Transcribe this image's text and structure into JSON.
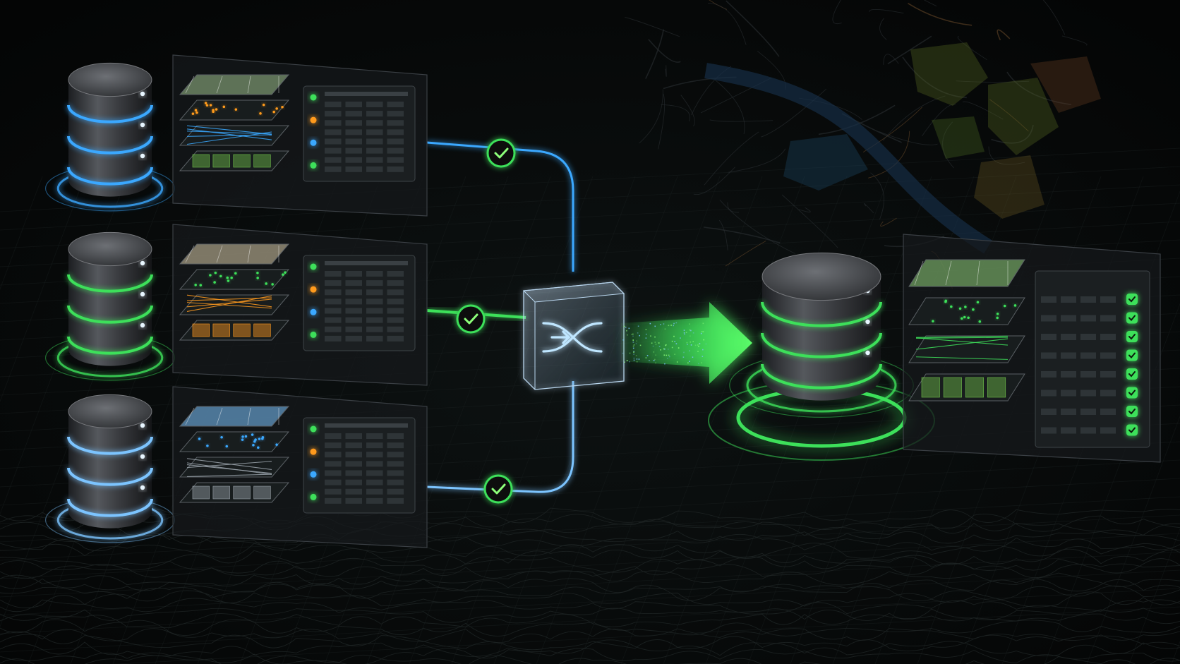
{
  "colors": {
    "background": "#07090a",
    "blue": "#3aa8ff",
    "blue_light": "#7cc4ff",
    "green": "#3ee05a",
    "green_light": "#8dff7a",
    "orange": "#ff9a1f",
    "panel_fill": "#16191c",
    "panel_edge": "#3a3f44",
    "cylinder_top": "#4a4d52",
    "cylinder_body": "#2a2c30"
  },
  "sources": [
    {
      "id": "source-1",
      "accent": "blue",
      "layer_themes": [
        "parcels",
        "points",
        "network",
        "polygons"
      ],
      "layer_colors": [
        "#9fbf8e",
        "#ff9a1f",
        "#3aa8ff",
        "#6fbf4a"
      ],
      "row_dot_colors": [
        "#3ee05a",
        "#ff9a1f",
        "#3aa8ff",
        "#3ee05a"
      ]
    },
    {
      "id": "source-2",
      "accent": "green",
      "layer_themes": [
        "parcels",
        "points",
        "network",
        "polygons"
      ],
      "layer_colors": [
        "#d6c9a6",
        "#3ee05a",
        "#ff9a1f",
        "#ff9a1f"
      ],
      "row_dot_colors": [
        "#3ee05a",
        "#ff9a1f",
        "#3aa8ff",
        "#3ee05a"
      ]
    },
    {
      "id": "source-3",
      "accent": "blue_light",
      "layer_themes": [
        "parcels",
        "points",
        "network",
        "polygons"
      ],
      "layer_colors": [
        "#7cc4ff",
        "#3aa8ff",
        "#9aa3ab",
        "#9aa3ab"
      ],
      "row_dot_colors": [
        "#3ee05a",
        "#ff9a1f",
        "#3aa8ff",
        "#3ee05a"
      ]
    }
  ],
  "checks": [
    {
      "id": "check-1",
      "state": "passed",
      "icon": "check-circle-icon"
    },
    {
      "id": "check-2",
      "state": "passed",
      "icon": "check-circle-icon"
    },
    {
      "id": "check-3",
      "state": "passed",
      "icon": "check-circle-icon"
    }
  ],
  "merge_node": {
    "icon": "merge-arrows-icon"
  },
  "output": {
    "accent": "green",
    "layer_themes": [
      "parcels",
      "points",
      "network",
      "polygons"
    ],
    "validated_rows": 8,
    "row_icon": "check-square-icon"
  }
}
